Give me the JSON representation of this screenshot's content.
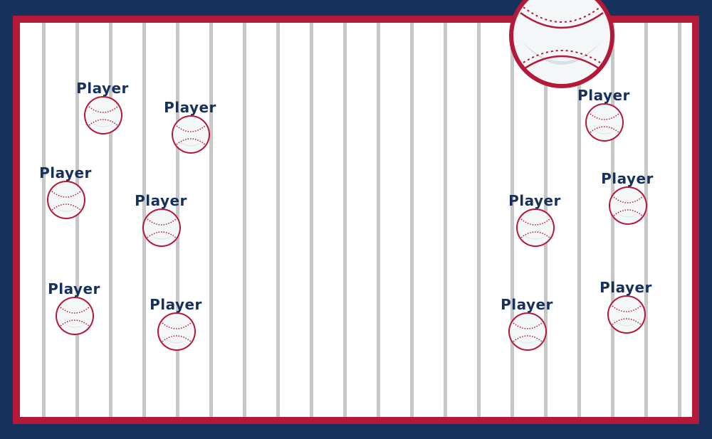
{
  "colors": {
    "navy": "#16325c",
    "red": "#b5193a",
    "white": "#ffffff",
    "stripe": "#c7c7c7"
  },
  "icons": {
    "big_ball": "baseball-icon",
    "player_token": "baseball-icon"
  },
  "players": [
    {
      "label": "Player"
    },
    {
      "label": "Player"
    },
    {
      "label": "Player"
    },
    {
      "label": "Player"
    },
    {
      "label": "Player"
    },
    {
      "label": "Player"
    },
    {
      "label": "Player"
    },
    {
      "label": "Player"
    },
    {
      "label": "Player"
    },
    {
      "label": "Player"
    },
    {
      "label": "Player"
    }
  ]
}
